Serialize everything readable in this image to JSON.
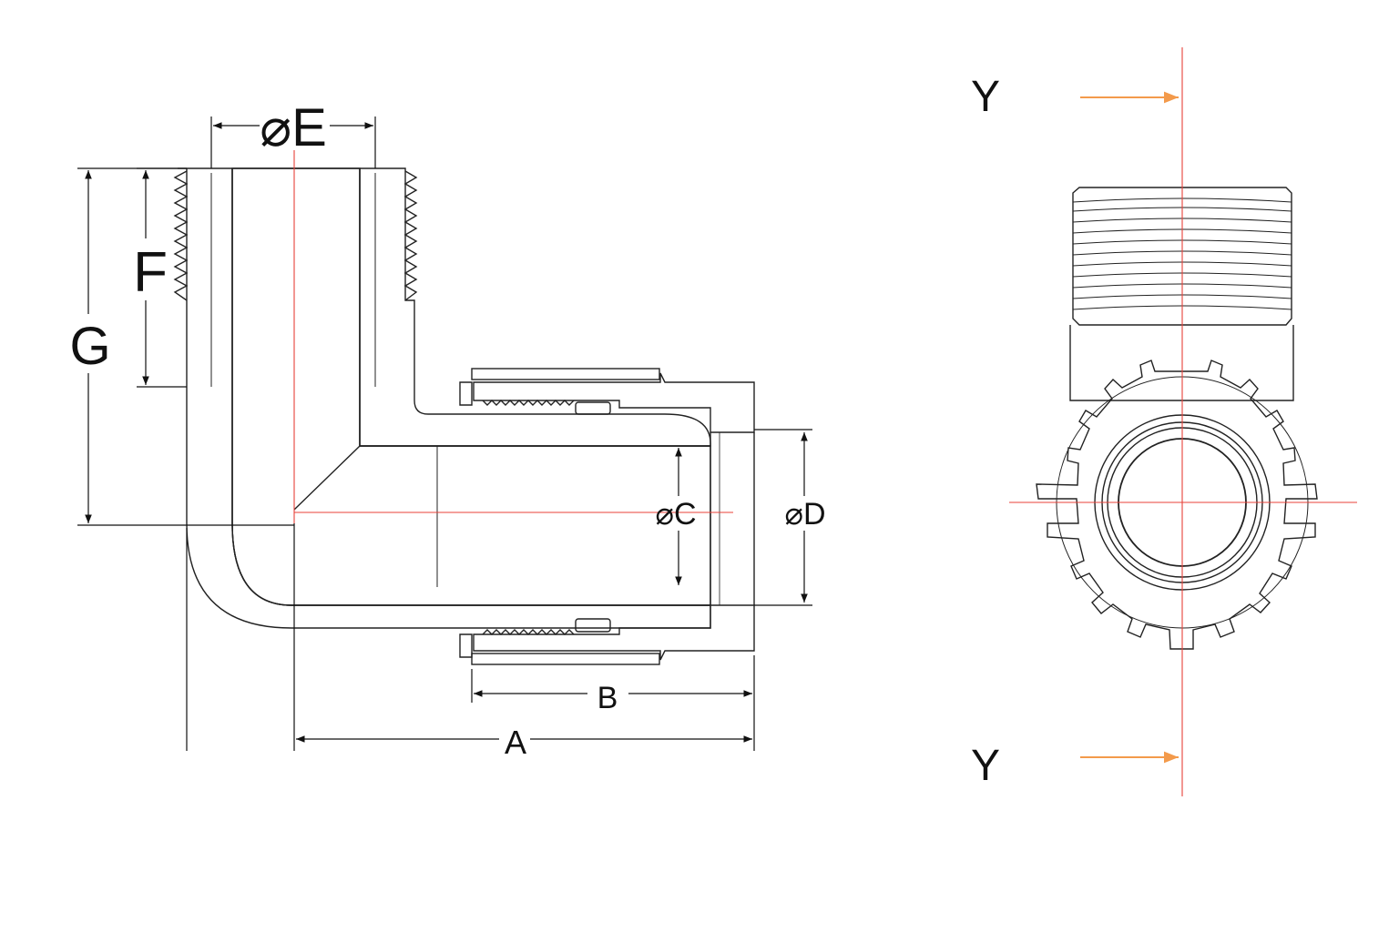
{
  "labels": {
    "diam_e": "⌀E",
    "f": "F",
    "g": "G",
    "diam_c": "⌀C",
    "diam_d": "⌀D",
    "b": "B",
    "a": "A",
    "section_top": "Y",
    "section_bottom": "Y"
  },
  "colors": {
    "body_fill": "#b9e3f5",
    "nut_fill": "#6cc35a",
    "seal_fill": "#6b6b6b",
    "ring_fill": "#b8b8b8",
    "centerline": "#e8423a",
    "section_arrow": "#f39a4b",
    "outline": "#222222"
  }
}
